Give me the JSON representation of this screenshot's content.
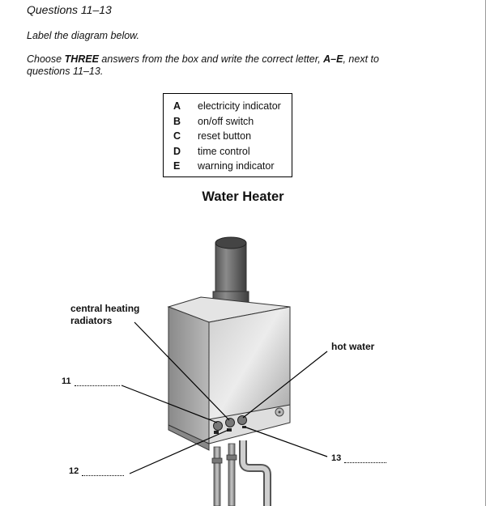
{
  "header": {
    "title": "Questions 11–13",
    "instruction1": "Label the diagram below.",
    "instruction2_pre": "Choose ",
    "instruction2_bold1": "THREE",
    "instruction2_mid": " answers from the box and write the correct letter, ",
    "instruction2_bold2": "A–E",
    "instruction2_post": ", next to questions 11–13."
  },
  "options": [
    {
      "letter": "A",
      "text": "electricity indicator"
    },
    {
      "letter": "B",
      "text": "on/off switch"
    },
    {
      "letter": "C",
      "text": "reset button"
    },
    {
      "letter": "D",
      "text": "time control"
    },
    {
      "letter": "E",
      "text": "warning indicator"
    }
  ],
  "diagram": {
    "title": "Water Heater",
    "labels": {
      "central_heating": "central heating radiators",
      "hot_water": "hot water"
    },
    "questions": [
      {
        "number": "11"
      },
      {
        "number": "12"
      },
      {
        "number": "13"
      }
    ]
  }
}
